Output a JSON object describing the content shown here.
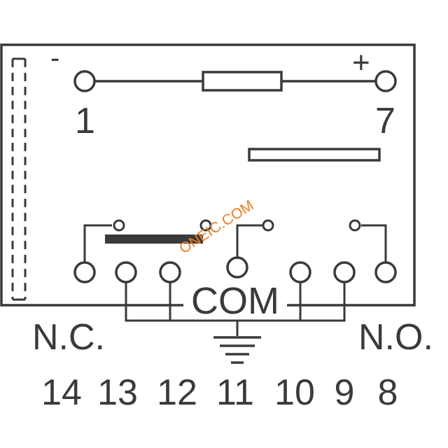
{
  "coil": {
    "minus_symbol": "-",
    "plus_symbol": "+",
    "pin_left": "1",
    "pin_right": "7"
  },
  "contacts": {
    "common_label": "COM",
    "normally_closed_label": "N.C.",
    "normally_open_label": "N.O."
  },
  "pins": [
    "14",
    "13",
    "12",
    "11",
    "10",
    "9",
    "8"
  ],
  "watermark": "ONEIC.COM",
  "colors": {
    "line": "#3a3a3a",
    "background": "#ffffff",
    "watermark": "#f07c1e"
  }
}
